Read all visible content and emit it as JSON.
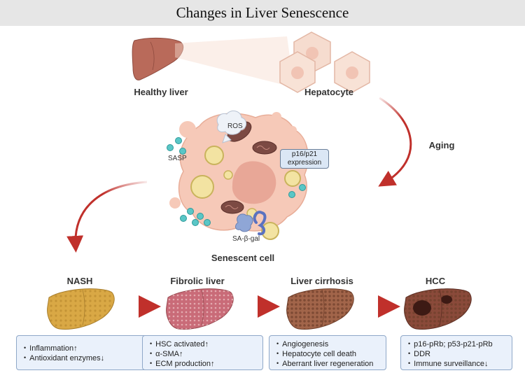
{
  "title": "Changes in Liver Senescence",
  "labels": {
    "healthy_liver": "Healthy liver",
    "hepatocyte": "Hepatocyte",
    "aging": "Aging",
    "senescent_cell": "Senescent cell",
    "ros": "ROS",
    "sasp": "SASP",
    "sa_beta_gal": "SA-β-gal",
    "p16_line1": "p16/p21",
    "p16_line2": "expression"
  },
  "stages": [
    {
      "name": "NASH",
      "items": [
        "Inflammation↑",
        "Antioxidant enzymes↓"
      ]
    },
    {
      "name": "Fibrolic liver",
      "items": [
        "HSC activated↑",
        "α-SMA↑",
        "ECM production↑"
      ]
    },
    {
      "name": "Liver cirrhosis",
      "items": [
        "Angiogenesis",
        "Hepatocyte cell death",
        "Aberrant liver regeneration"
      ]
    },
    {
      "name": "HCC",
      "items": [
        "p16-pRb; p53-p21-pRb",
        "DDR",
        "Immune surveillance↓"
      ]
    }
  ],
  "colors": {
    "arrow": "#c0302b",
    "box_fill": "#eaf1fb",
    "box_border": "#8fa8c8",
    "healthy_liver": "#b96a5a",
    "hepatocyte": "#f6dccf",
    "nash": "#d9a845",
    "fibrotic": "#c96b78",
    "cirrhosis": "#a2654a",
    "hcc": "#8a4a3a"
  }
}
